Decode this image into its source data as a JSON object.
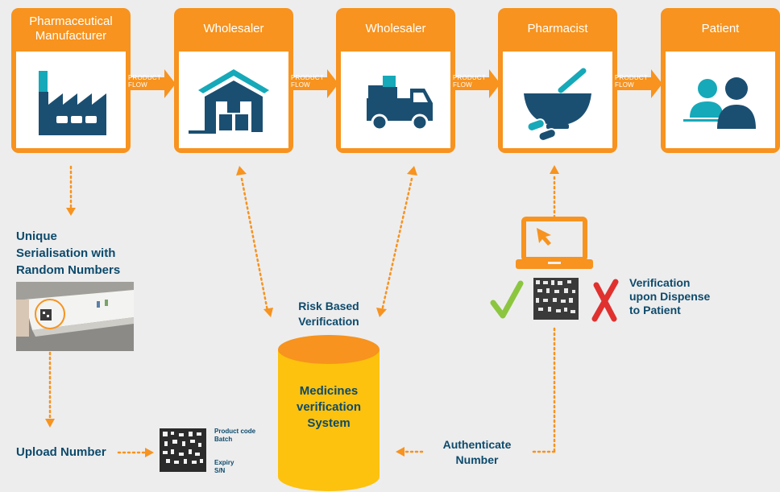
{
  "supply_chain": [
    {
      "title": "Pharmaceutical\nManufacturer",
      "icon": "factory-icon"
    },
    {
      "title": "Wholesaler",
      "icon": "warehouse-icon"
    },
    {
      "title": "Wholesaler",
      "icon": "delivery-truck-icon"
    },
    {
      "title": "Pharmacist",
      "icon": "mortar-pestle-icon"
    },
    {
      "title": "Patient",
      "icon": "patient-consultation-icon"
    }
  ],
  "flow_label": "PRODUCT\nFLOW",
  "serialisation_label": "Unique\nSerialisation with\nRandom Numbers",
  "upload_label": "Upload Number",
  "code_fields": {
    "top": "Product code\nBatch",
    "bottom": "Expiry\nS/N"
  },
  "risk_label": "Risk Based\nVerification",
  "database_label": "Medicines\nverification\nSystem",
  "authenticate_label": "Authenticate\nNumber",
  "verification_label": "Verification\nupon Dispense\nto Patient",
  "colors": {
    "orange": "#f7931e",
    "navy": "#1b4f72",
    "teal": "#16a9b9",
    "text": "#0d4a6b",
    "background": "#ededee",
    "check": "#8cc63f",
    "cross": "#e0312f"
  }
}
